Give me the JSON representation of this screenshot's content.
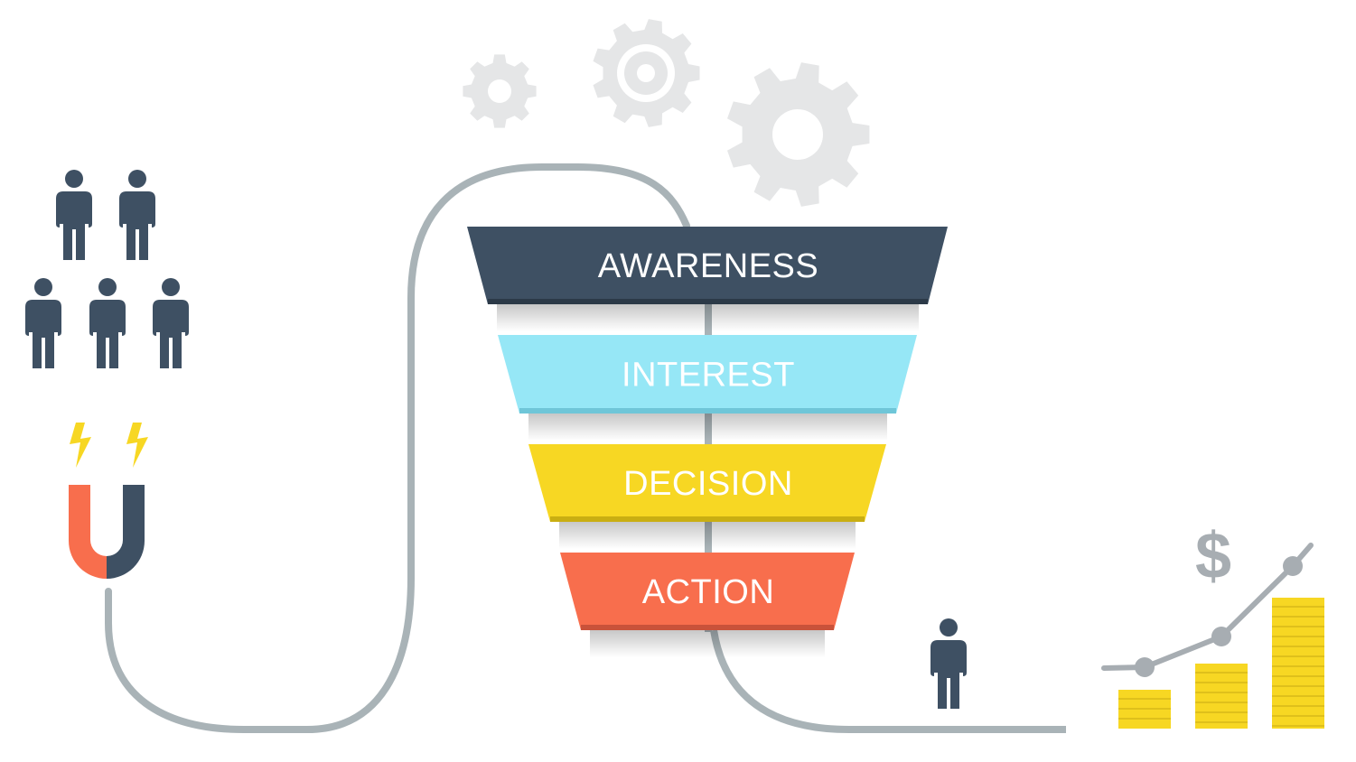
{
  "funnel": {
    "stages": [
      {
        "label": "AWARENESS",
        "color": "#3e5063",
        "shade": "#2c3a48"
      },
      {
        "label": "INTEREST",
        "color": "#96e7f6",
        "shade": "#6fc6d8"
      },
      {
        "label": "DECISION",
        "color": "#f7d723",
        "shade": "#c9ae12"
      },
      {
        "label": "ACTION",
        "color": "#f86e4d",
        "shade": "#c9523a"
      }
    ]
  },
  "revenue": {
    "currency_symbol": "$",
    "bars": 3
  },
  "colors": {
    "path": "#a9b3b7",
    "gear": "#e5e6e7",
    "person": "#3e5063",
    "magnet_left": "#f86e4d",
    "magnet_right": "#3e5063",
    "bolt": "#f7d723",
    "coin": "#f7d723",
    "coin_line": "#dfc01b",
    "trend": "#a7adb2"
  },
  "icons": {
    "people": "person-icon",
    "magnet": "magnet-icon",
    "bolt": "lightning-icon",
    "gear": "gear-icon",
    "chart": "growth-chart-icon"
  }
}
